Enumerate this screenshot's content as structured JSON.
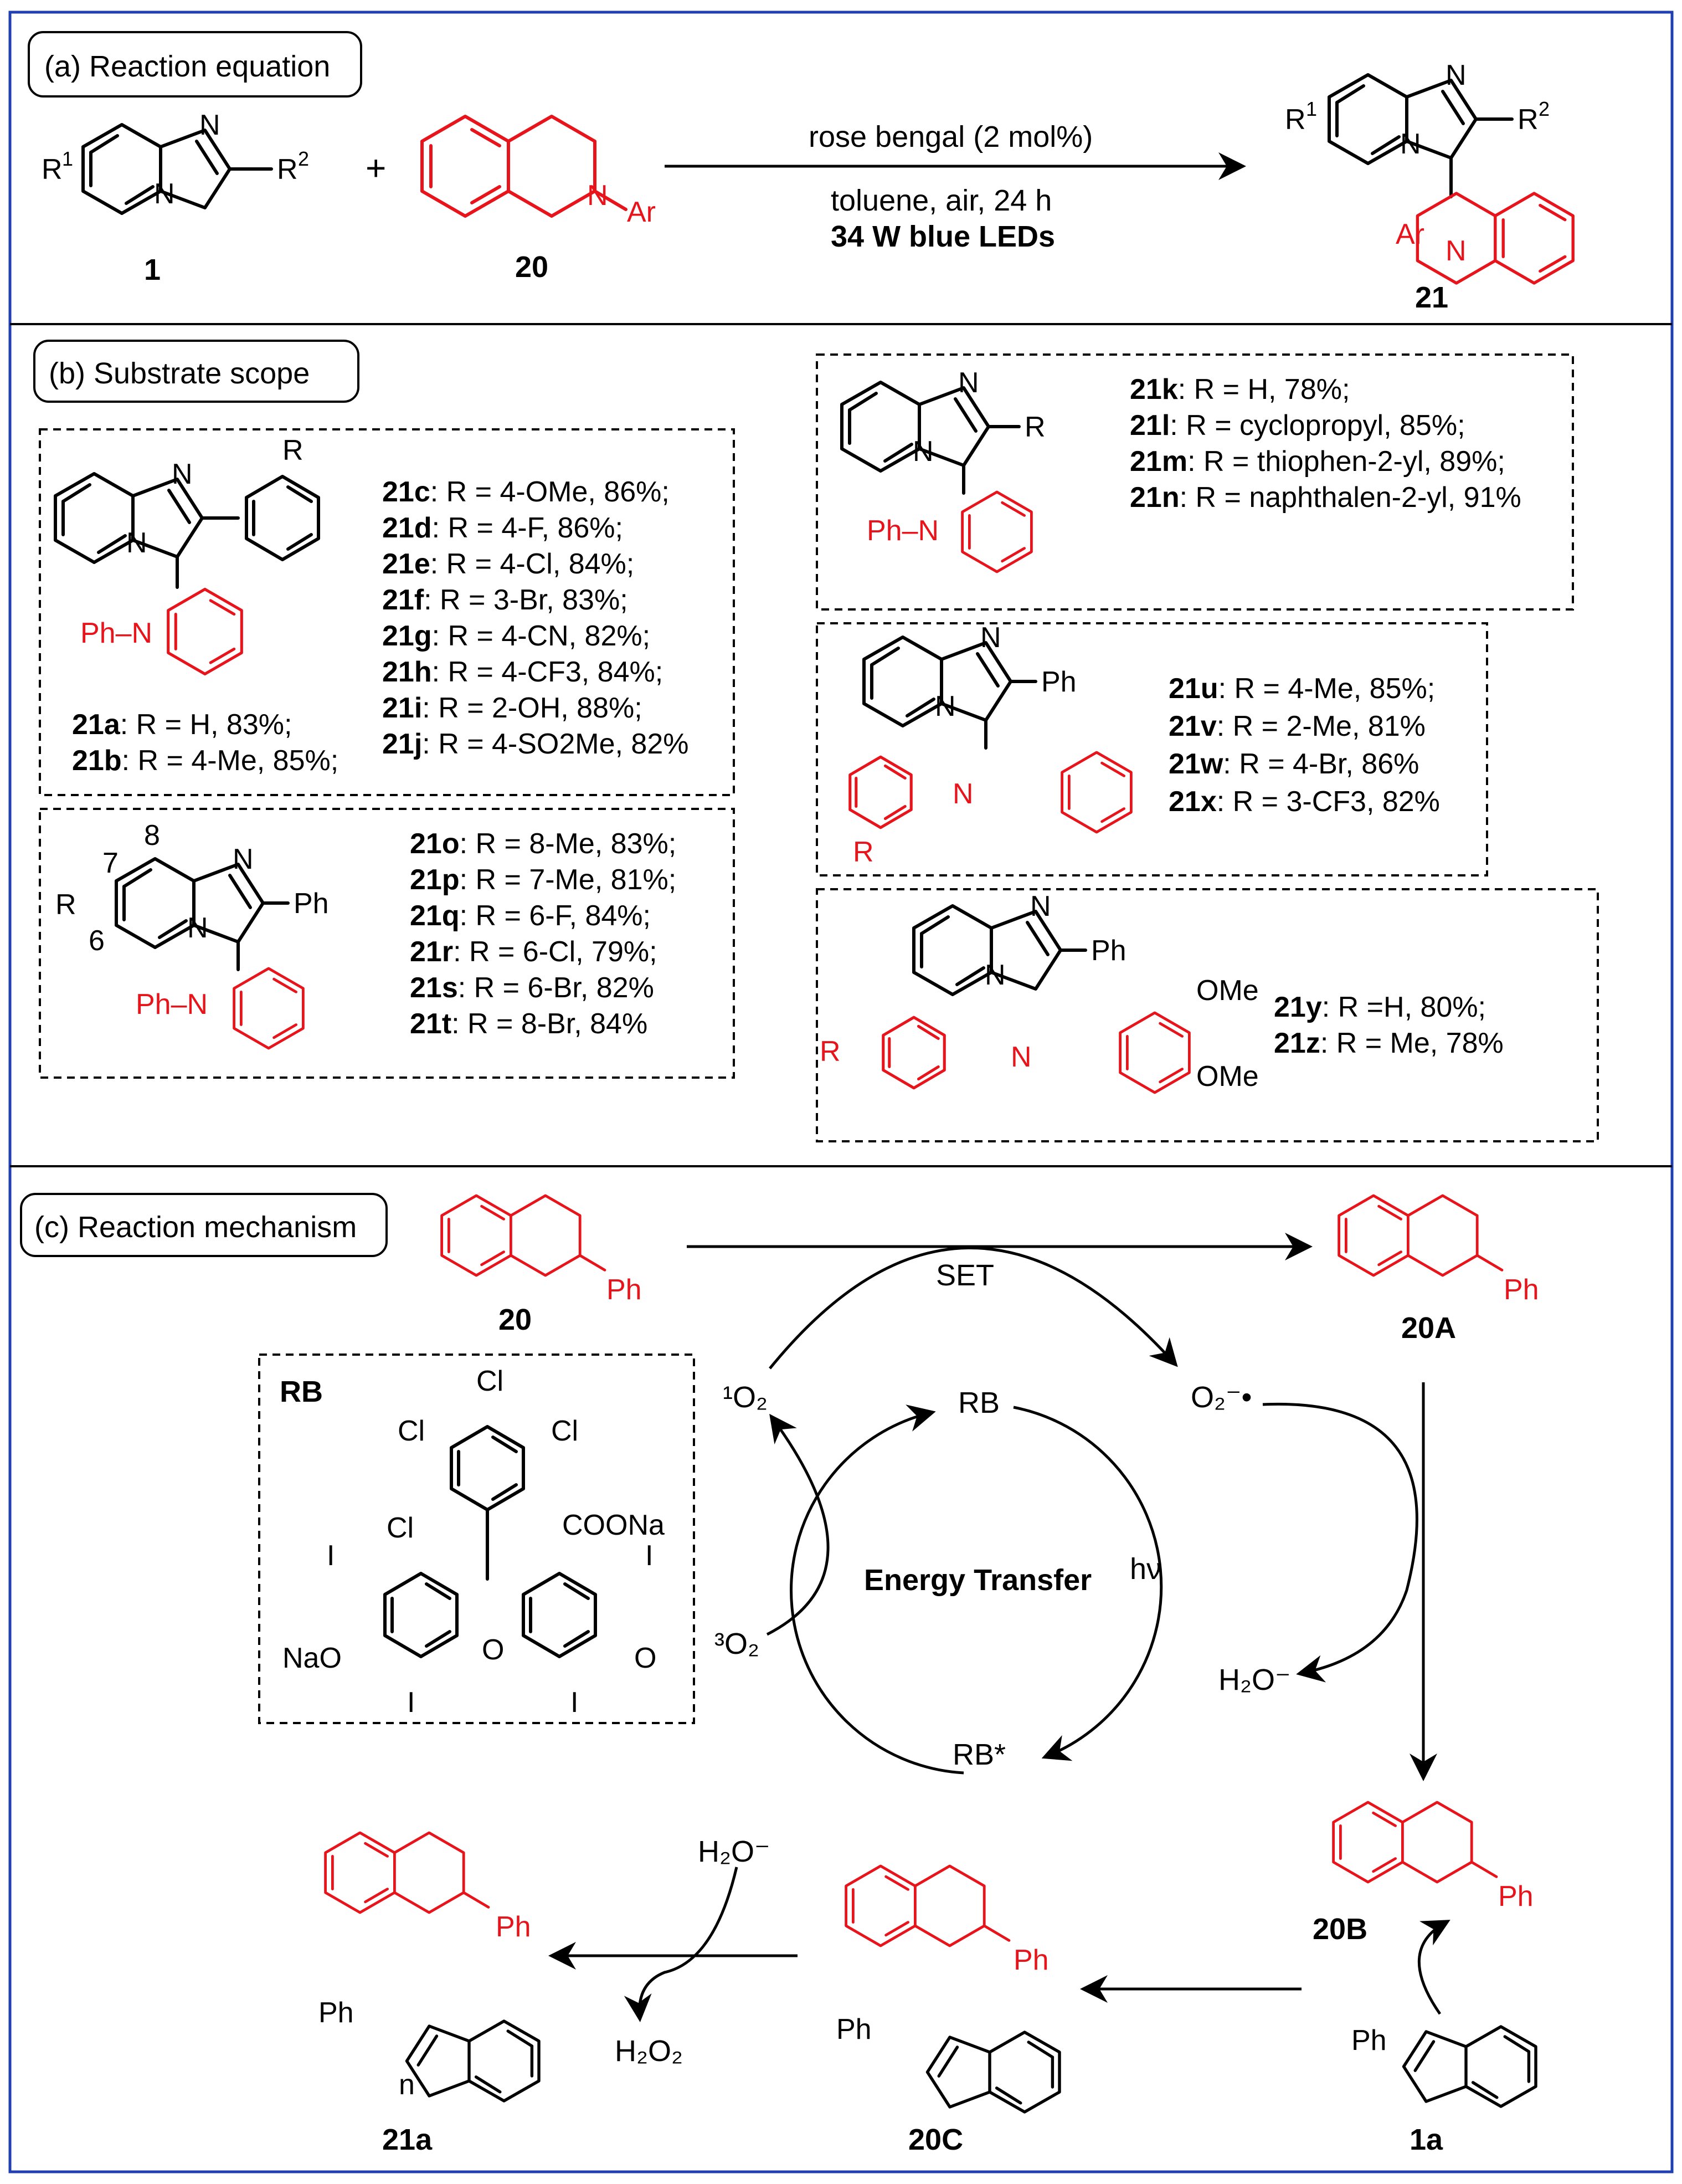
{
  "panels": {
    "a": "(a) Reaction equation",
    "b": "(b) Substrate scope",
    "c": "(c) Reaction mechanism"
  },
  "reaction": {
    "reagent": "rose bengal (2 mol%)",
    "conditions": "toluene, air, 24 h",
    "light": "34 W blue LEDs",
    "plus": "+",
    "cmp1": "1",
    "cmp20": "20",
    "cmp21": "21",
    "ar": "Ar",
    "n": "N"
  },
  "scope": {
    "group1": [
      {
        "id": "21c",
        "text": ": R = 4-OMe, 86%;"
      },
      {
        "id": "21d",
        "text": ": R = 4-F, 86%;"
      },
      {
        "id": "21e",
        "text": ": R = 4-Cl, 84%;"
      },
      {
        "id": "21f",
        "text": ": R = 3-Br, 83%;"
      },
      {
        "id": "21g",
        "text": ": R = 4-CN, 82%;"
      },
      {
        "id": "21h",
        "text": ": R = 4-CF3, 84%;"
      },
      {
        "id": "21i",
        "text": ": R = 2-OH, 88%;"
      },
      {
        "id": "21j",
        "text": ": R = 4-SO2Me, 82%"
      }
    ],
    "group1b": [
      {
        "id": "21a",
        "text": ": R = H, 83%;"
      },
      {
        "id": "21b",
        "text": ": R = 4-Me, 85%;"
      }
    ],
    "group2": [
      {
        "id": "21k",
        "text": ": R = H, 78%;"
      },
      {
        "id": "21l",
        "text": ": R = cyclopropyl, 85%;"
      },
      {
        "id": "21m",
        "text": ": R = thiophen-2-yl, 89%;"
      },
      {
        "id": "21n",
        "text": ": R = naphthalen-2-yl, 91%"
      }
    ],
    "group3": [
      {
        "id": "21o",
        "text": ": R = 8-Me, 83%;"
      },
      {
        "id": "21p",
        "text": ": R = 7-Me, 81%;"
      },
      {
        "id": "21q",
        "text": ": R = 6-F, 84%;"
      },
      {
        "id": "21r",
        "text": ": R = 6-Cl, 79%;"
      },
      {
        "id": "21s",
        "text": ": R = 6-Br, 82%"
      },
      {
        "id": "21t",
        "text": ": R = 8-Br, 84%"
      }
    ],
    "group4": [
      {
        "id": "21u",
        "text": ": R = 4-Me, 85%;"
      },
      {
        "id": "21v",
        "text": ": R = 2-Me, 81%"
      },
      {
        "id": "21w",
        "text": ": R = 4-Br, 86%"
      },
      {
        "id": "21x",
        "text": ": R = 3-CF3, 82%"
      }
    ],
    "group5": [
      {
        "id": "21y",
        "text": ": R =H, 80%;"
      },
      {
        "id": "21z",
        "text": ": R = Me, 78%"
      }
    ]
  },
  "mechanism": {
    "set": "SET",
    "rb": "RB",
    "rb_star": "RB*",
    "energy": "Energy Transfer",
    "hv": "hν",
    "singlet": "¹O₂",
    "triplet": "³O₂",
    "superoxide": "O₂⁻•",
    "h2o_minus": "H₂O⁻",
    "h2o2": "H₂O₂",
    "c20": "20",
    "c20A": "20A",
    "c20B": "20B",
    "c20C": "20C",
    "c21a": "21a",
    "c1a": "1a",
    "rb_label": "RB",
    "cooNa": "COONa",
    "nao": "NaO",
    "cl": "Cl",
    "i": "I",
    "o": "O",
    "ph": "Ph",
    "n_small": "n"
  },
  "colors": {
    "frame": "#1f3fb3",
    "red": "#e8141b",
    "black": "#000000"
  }
}
